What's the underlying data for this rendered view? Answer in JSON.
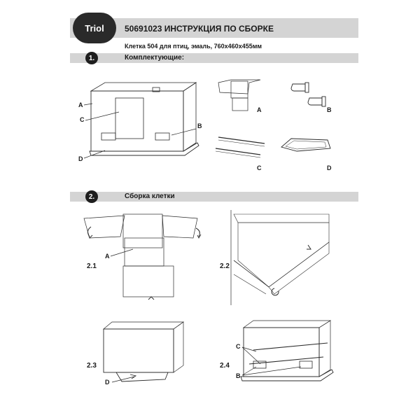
{
  "header": {
    "brand": "Triol",
    "title": "50691023 ИНСТРУКЦИЯ ПО СБОРКЕ",
    "subtitle": "Клетка 504 для птиц, эмаль, 760x460x455мм"
  },
  "section1": {
    "number": "1.",
    "title": "Комплектующие:",
    "cage_callouts": [
      "A",
      "C",
      "B",
      "D"
    ],
    "parts": [
      {
        "letter": "A"
      },
      {
        "letter": "B"
      },
      {
        "letter": "C"
      },
      {
        "letter": "D"
      }
    ]
  },
  "section2": {
    "number": "2.",
    "title": "Сборка клетки",
    "steps": [
      {
        "label": "2.1",
        "callouts": [
          "A"
        ]
      },
      {
        "label": "2.2",
        "callouts": []
      },
      {
        "label": "2.3",
        "callouts": [
          "D"
        ]
      },
      {
        "label": "2.4",
        "callouts": [
          "C",
          "B"
        ]
      }
    ]
  },
  "colors": {
    "bar": "#d4d4d4",
    "logo_bg": "#2a2a2a",
    "line": "#2b2b2b"
  }
}
